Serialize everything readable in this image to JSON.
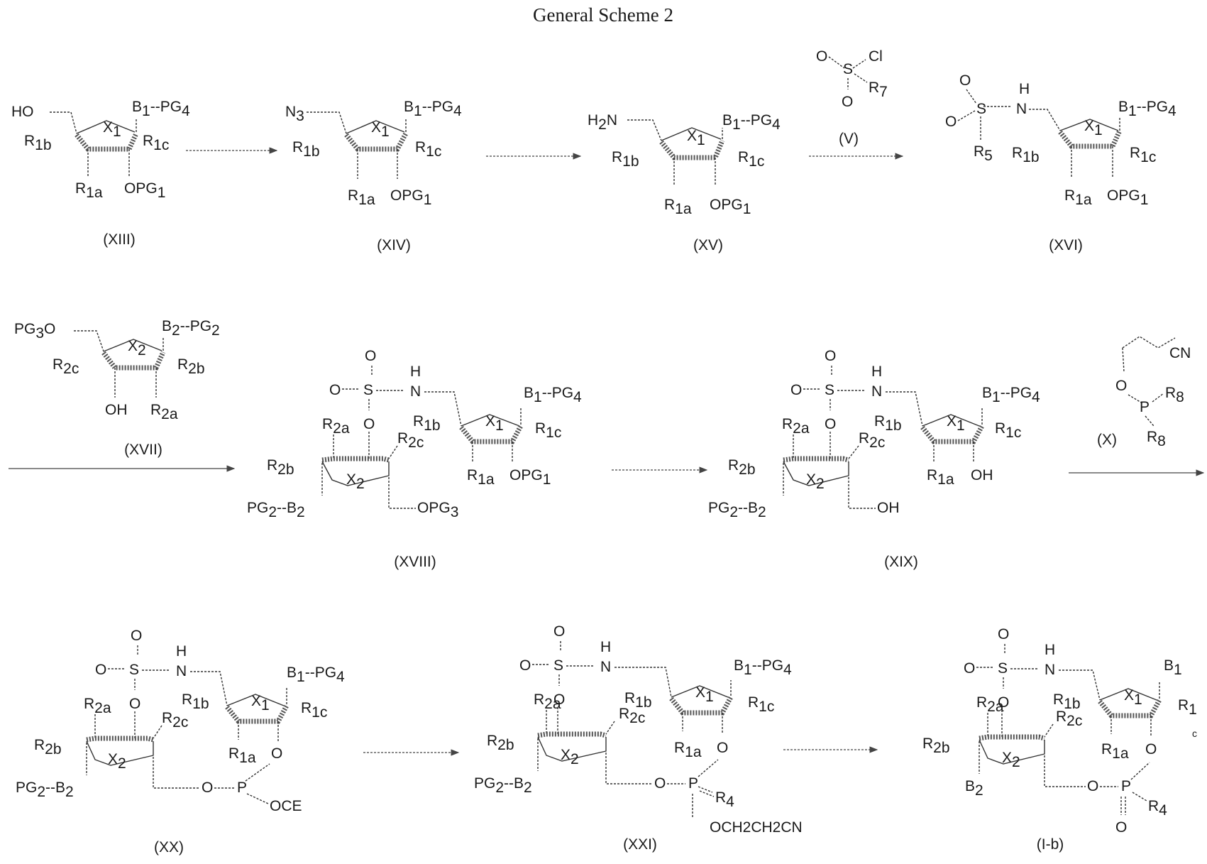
{
  "title": "General Scheme 2",
  "compounds": {
    "XIII": {
      "label": "(XIII)",
      "top": "HO",
      "base": "B1--PG4",
      "left": "R1b",
      "right": "R1c",
      "ring": "X1",
      "bottom_left": "R1a",
      "bottom_right": "OPG1"
    },
    "XIV": {
      "label": "(XIV)",
      "top": "N3",
      "base": "B1--PG4",
      "left": "R1b",
      "right": "R1c",
      "ring": "X1",
      "bottom_left": "R1a",
      "bottom_right": "OPG1"
    },
    "XV": {
      "label": "(XV)",
      "top": "H2N",
      "base": "B1--PG4",
      "left": "R1b",
      "right": "R1c",
      "ring": "X1",
      "bottom_left": "R1a",
      "bottom_right": "OPG1"
    },
    "XVI": {
      "label": "(XVI)",
      "nh": "H N",
      "o": "O",
      "s": "S",
      "r": "R5",
      "base": "B1--PG4",
      "left": "R1b",
      "right": "R1c",
      "ring": "X1",
      "bottom_left": "R1a",
      "bottom_right": "OPG1"
    },
    "XVII": {
      "label": "(XVII)",
      "top": "PG3O",
      "base": "B2--PG2",
      "left": "R2c",
      "right": "R2b",
      "ring": "X2",
      "bottom_left": "OH",
      "bottom_right": "R2a"
    },
    "XVIII": {
      "label": "(XVIII)"
    },
    "XIX": {
      "label": "(XIX)"
    },
    "XX": {
      "label": "(XX)"
    },
    "XXI": {
      "label": "(XXI)"
    },
    "I_b": {
      "label": "(I-b)"
    }
  },
  "reagents": {
    "V": {
      "label": "(V)",
      "cl": "Cl",
      "r": "R7"
    },
    "X": {
      "label": "(X)",
      "cn": "CN",
      "r": "R8"
    }
  },
  "fragments": {
    "ocf": "OCE",
    "ocn": "OCH2CH2CN",
    "opg3": "OPG3",
    "oh": "OH",
    "r4": "R4",
    "b1": "B1",
    "b2": "B2",
    "pg2b2": "PG2--B2"
  }
}
